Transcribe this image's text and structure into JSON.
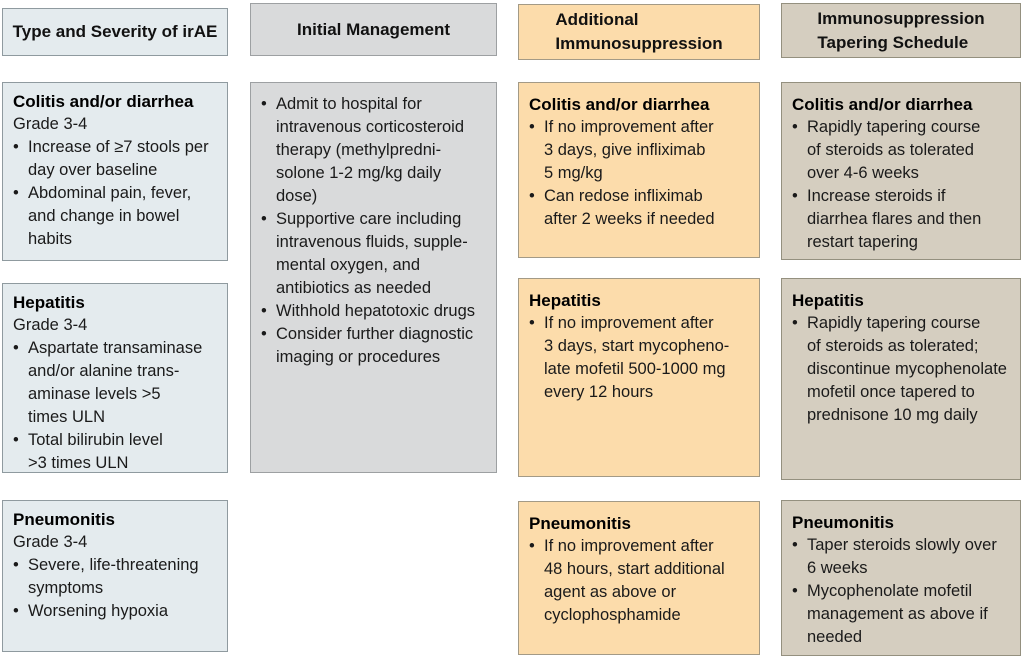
{
  "glyphs": {
    "bullet": "•"
  },
  "palette": {
    "irae_fill": "#e4ebee",
    "irae_border": "#8f9a9f",
    "management_fill": "#d9dadb",
    "management_border": "#9da0a2",
    "immunosuppression_fill": "#fcdcab",
    "immunosuppression_border": "#a39a86",
    "tapering_fill": "#d5cec0",
    "tapering_border": "#94907f",
    "text": "#1a1a1a"
  },
  "columns": [
    {
      "header": "Type and Severity of irAE",
      "boxes": [
        {
          "title": "Colitis and/or diarrhea",
          "subtitle": "Grade 3-4",
          "bullets": [
            "Increase of ≥7 stools per\nday over baseline",
            "Abdominal pain, fever,\nand change in bowel\nhabits"
          ]
        },
        {
          "title": "Hepatitis",
          "subtitle": "Grade 3-4",
          "bullets": [
            "Aspartate transaminase\nand/or alanine trans-\naminase levels >5\ntimes ULN",
            "Total bilirubin level\n>3 times ULN"
          ]
        },
        {
          "title": "Pneumonitis",
          "subtitle": "Grade 3-4",
          "bullets": [
            "Severe, life-threatening\nsymptoms",
            "Worsening hypoxia"
          ]
        }
      ]
    },
    {
      "header": "Initial Management",
      "boxes": [
        {
          "bullets": [
            "Admit to hospital for\nintravenous corticosteroid\ntherapy (methylpredni-\nsolone 1-2 mg/kg daily\ndose)",
            "Supportive care including\nintravenous fluids, supple-\nmental oxygen, and\nantibiotics as needed",
            "Withhold hepatotoxic drugs",
            "Consider further diagnostic\nimaging or procedures"
          ]
        }
      ]
    },
    {
      "header": "Additional\nImmunosuppression",
      "boxes": [
        {
          "title": "Colitis and/or diarrhea",
          "bullets": [
            "If no improvement after\n3 days, give infliximab\n5 mg/kg",
            "Can redose infliximab\nafter 2 weeks if needed"
          ]
        },
        {
          "title": "Hepatitis",
          "bullets": [
            "If no improvement after\n3 days, start mycopheno-\nlate mofetil 500-1000 mg\nevery 12 hours"
          ]
        },
        {
          "title": "Pneumonitis",
          "bullets": [
            "If no improvement after\n48 hours, start additional\nagent as above or\ncyclophosphamide"
          ]
        }
      ]
    },
    {
      "header": "Immunosuppression\nTapering Schedule",
      "boxes": [
        {
          "title": "Colitis and/or diarrhea",
          "bullets": [
            "Rapidly tapering course\nof steroids as tolerated\nover 4-6 weeks",
            "Increase steroids if\ndiarrhea flares and then\nrestart tapering"
          ]
        },
        {
          "title": "Hepatitis",
          "bullets": [
            "Rapidly tapering course\nof steroids as tolerated;\ndiscontinue mycophenolate\nmofetil once tapered to\nprednisone 10 mg daily"
          ]
        },
        {
          "title": "Pneumonitis",
          "bullets": [
            "Taper steroids slowly over\n6 weeks",
            "Mycophenolate mofetil\nmanagement as above if\nneeded"
          ]
        }
      ]
    }
  ]
}
